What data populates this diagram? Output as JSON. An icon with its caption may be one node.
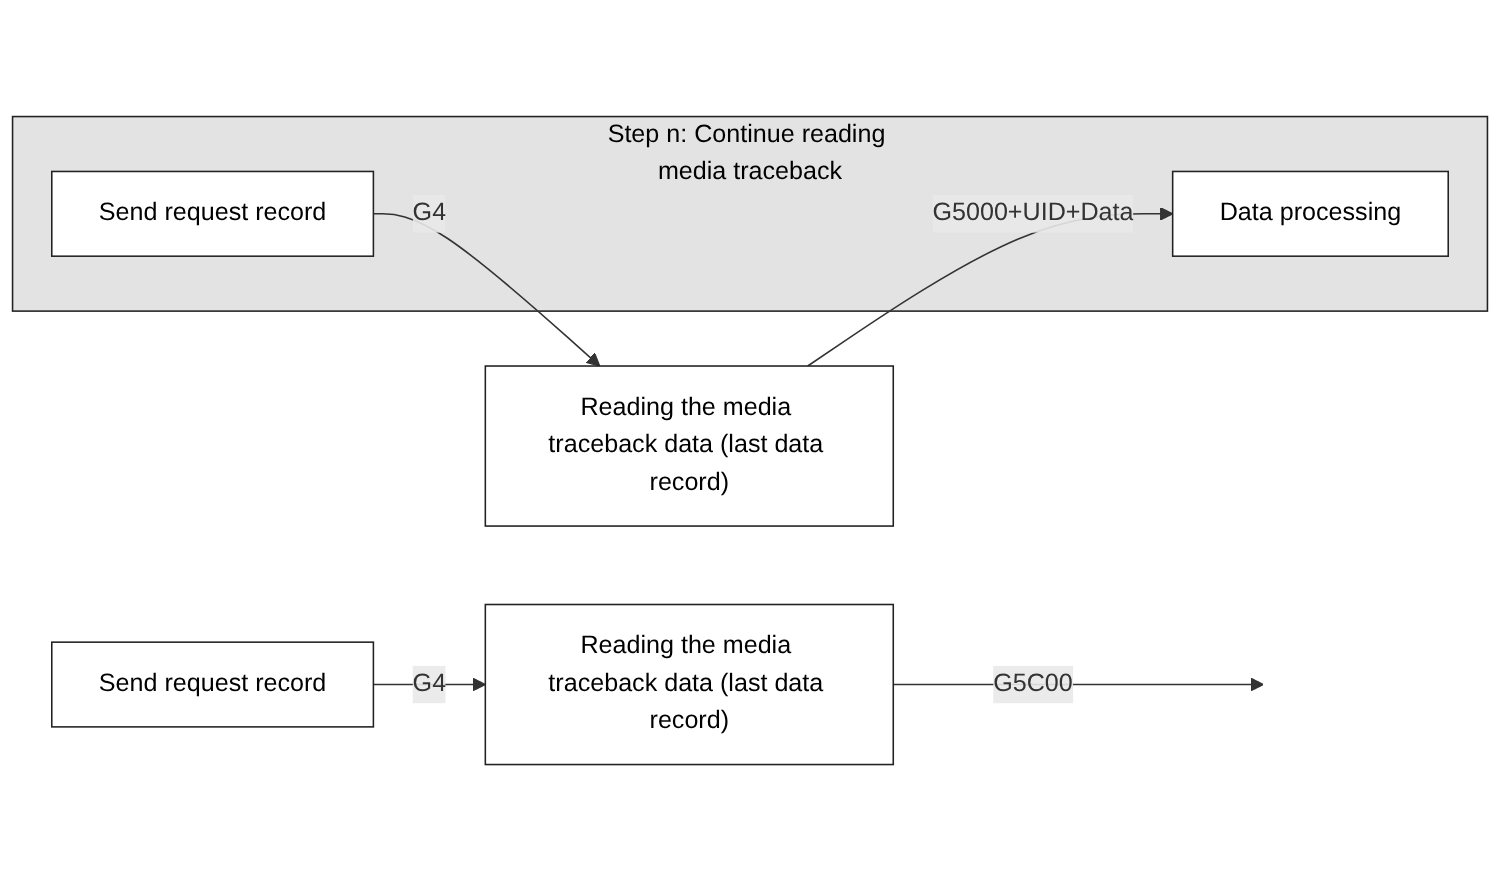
{
  "diagram": {
    "nodes": [
      {
        "text": [
          "Step n: Continue reading media traceback"
        ]
      },
      {
        "text": [
          "Reading the media traceback data (last data record)"
        ]
      },
      {
        "text": [
          "Send request record"
        ],
        "in": 0
      },
      {
        "text": [
          "Data processing"
        ],
        "in": 0
      },
      {
        "text": [
          "Reading the media traceback data (last data record)"
        ]
      },
      {
        "text": [
          "Send request record"
        ]
      }
    ],
    "edges": [
      {
        "from": 2,
        "to": 1,
        "arrow": "to",
        "label": "G4"
      },
      {
        "from": 1,
        "to": 3,
        "arrow": "to",
        "label": "G5000+UID+Data"
      },
      {
        "from": 5,
        "to": 4,
        "arrow": "to",
        "label": "G4"
      },
      {
        "from": 4,
        "to": null,
        "arrow": "to",
        "label": "G5C00"
      }
    ]
  }
}
